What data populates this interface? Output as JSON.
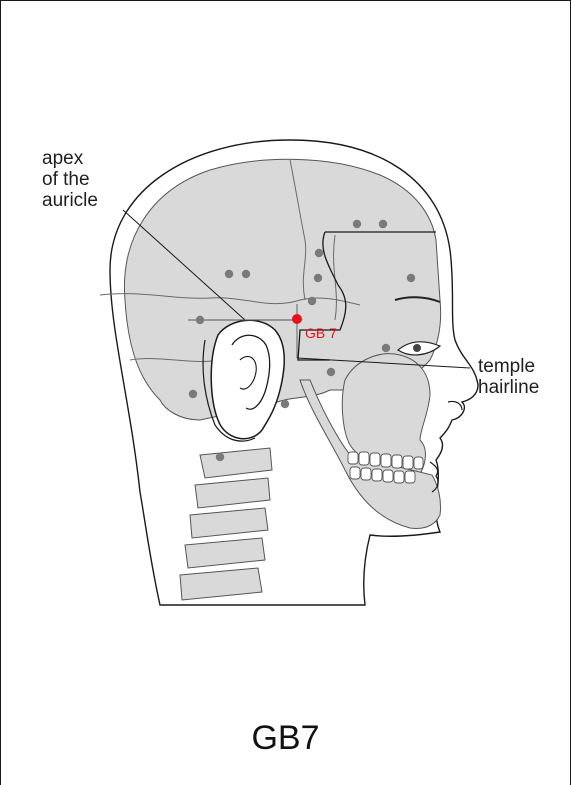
{
  "figure": {
    "title": "GB7",
    "point_label": "GB 7",
    "labels": {
      "apex": [
        "apex",
        "of the",
        "auricle"
      ],
      "temple": [
        "temple",
        "hairline"
      ]
    }
  },
  "colors": {
    "outline": "#1a1a1a",
    "skull_fill": "#d9d9d9",
    "point_dots": "#7a7a7a",
    "highlight": "#e8101a"
  }
}
